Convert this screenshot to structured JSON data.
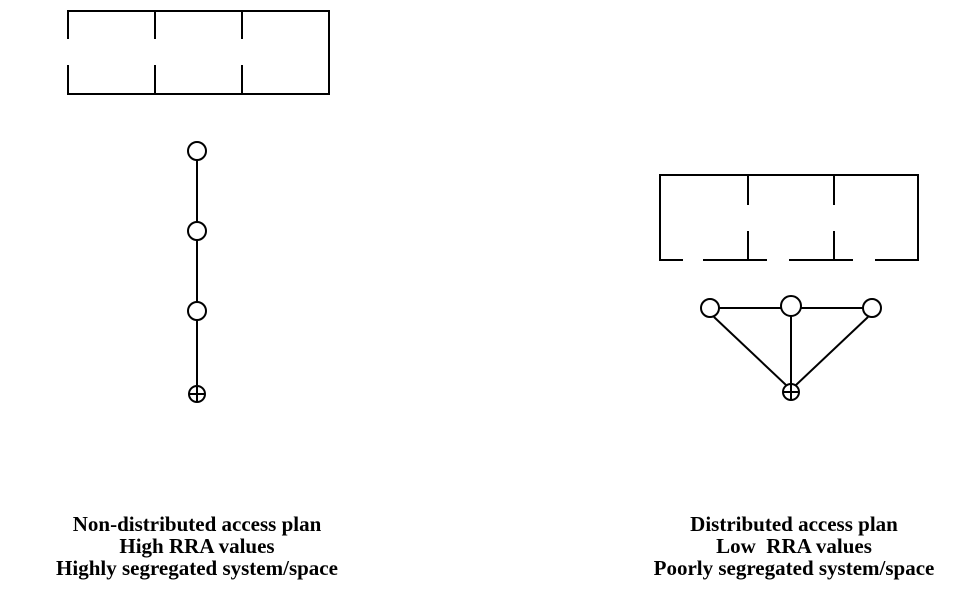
{
  "left_panel": {
    "caption": {
      "line1": "Non-distributed access plan",
      "line2": "High RRA values",
      "line3": "Highly segregated system/space"
    },
    "graph": {
      "nodes": [
        "space",
        "space",
        "space",
        "exterior"
      ],
      "edges": [
        [
          0,
          1
        ],
        [
          1,
          2
        ],
        [
          2,
          3
        ]
      ]
    }
  },
  "right_panel": {
    "caption": {
      "line1": "Distributed access plan",
      "line2": "Low  RRA values",
      "line3": "Poorly segregated system/space"
    },
    "graph": {
      "nodes": [
        "space",
        "space",
        "space",
        "exterior"
      ],
      "edges": [
        [
          0,
          1
        ],
        [
          1,
          2
        ],
        [
          0,
          3
        ],
        [
          1,
          3
        ],
        [
          2,
          3
        ]
      ]
    }
  }
}
